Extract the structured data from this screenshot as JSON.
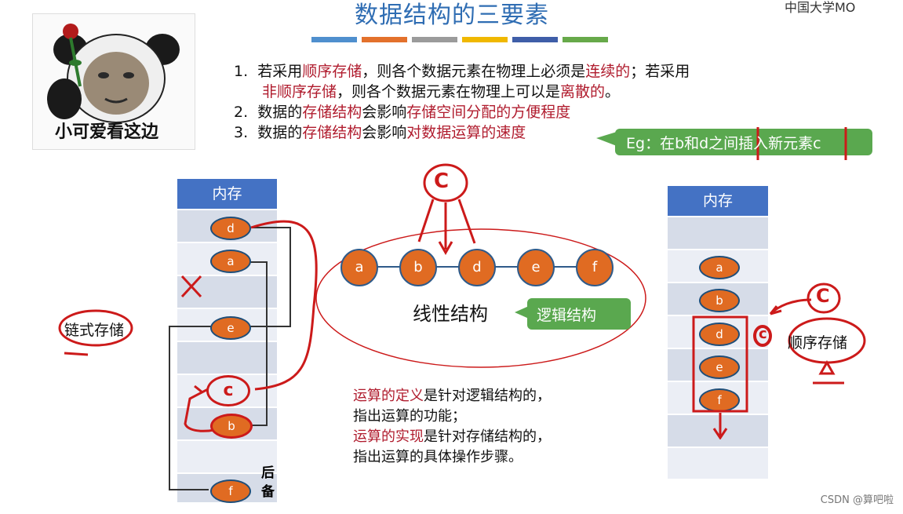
{
  "header": {
    "title": "数据结构的三要素",
    "logo": "中国大学MO",
    "bar_colors": [
      "#4f8fce",
      "#e3712c",
      "#9b9b9b",
      "#f0b800",
      "#3f5ea8",
      "#67a94a"
    ]
  },
  "meme": {
    "caption": "小可爱看这边"
  },
  "points": {
    "p1_num": "1.",
    "p1_a": "若采用",
    "p1_b": "顺序存储",
    "p1_c": "，则各个数据元素在物理上必须是",
    "p1_d": "连续的",
    "p1_e": "；若采用",
    "p1_f": "非顺序存储",
    "p1_g": "，则各个数据元素在物理上可以是",
    "p1_h": "离散的",
    "p1_i": "。",
    "p2_num": "2.",
    "p2_a": "数据的",
    "p2_b": "存储结构",
    "p2_c": "会影响",
    "p2_d": "存储空间分配的方便程度",
    "p3_num": "3.",
    "p3_a": "数据的",
    "p3_b": "存储结构",
    "p3_c": "会影响",
    "p3_d": "对数据运算的速度"
  },
  "example_callout": "Eg：在b和d之间插入新元素c",
  "left_memory": {
    "title": "内存",
    "label": "链式存储",
    "nodes": [
      "d",
      "a",
      "e",
      "c",
      "b",
      "f"
    ],
    "cross": "×"
  },
  "linear": {
    "nodes": [
      "a",
      "b",
      "d",
      "e",
      "f"
    ],
    "label": "线性结构",
    "callout": "逻辑结构",
    "insert": "C"
  },
  "right_memory": {
    "title": "内存",
    "label": "顺序存储",
    "nodes": [
      "a",
      "b",
      "d",
      "e",
      "f"
    ],
    "insert_top": "C",
    "insert_side": "c"
  },
  "operations": {
    "l1_a": "运算的定义",
    "l1_b": "是针对逻辑结构的，",
    "l2": "指出运算的功能；",
    "l3_a": "运算的实现",
    "l3_b": "是针对存储结构的，",
    "l4": "指出运算的具体操作步骤。"
  },
  "fragments": {
    "a": "后",
    "b": "备"
  },
  "watermark": "CSDN @算吧啦"
}
